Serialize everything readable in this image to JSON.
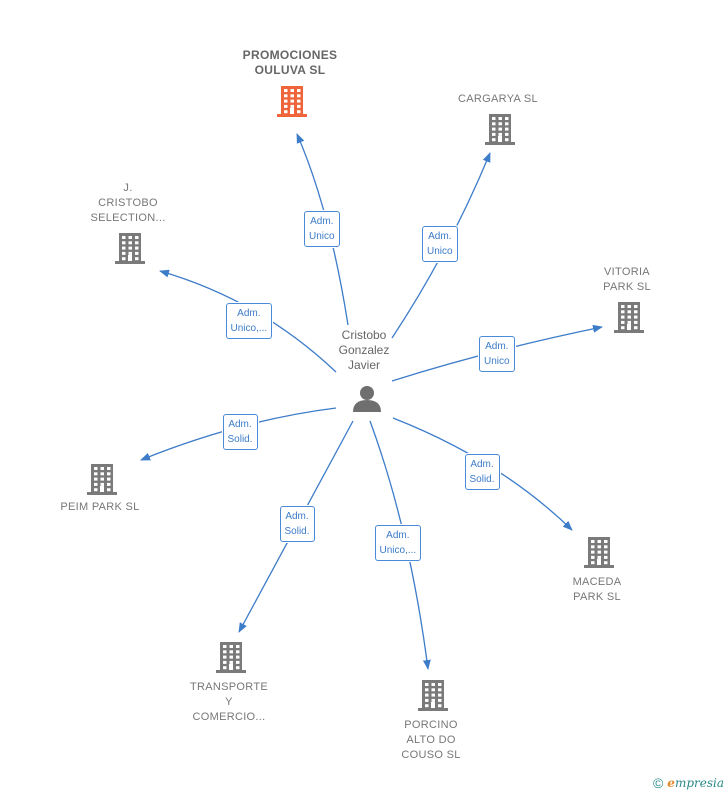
{
  "center": {
    "name": "Cristobo\nGonzalez\nJavier",
    "icon": "person-icon"
  },
  "nodes": [
    {
      "id": "promociones",
      "label": "PROMOCIONES\nOULUVA  SL",
      "highlight": true,
      "icon": "building-icon"
    },
    {
      "id": "cargarya",
      "label": "CARGARYA  SL",
      "icon": "building-icon"
    },
    {
      "id": "cristobo_selection",
      "label": "J.\nCRISTOBO\nSELECTION...",
      "icon": "building-icon"
    },
    {
      "id": "vitoria",
      "label": "VITORIA\nPARK  SL",
      "icon": "building-icon"
    },
    {
      "id": "peim",
      "label": "PEIM PARK  SL",
      "icon": "building-icon"
    },
    {
      "id": "maceda",
      "label": "MACEDA\nPARK  SL",
      "icon": "building-icon"
    },
    {
      "id": "transporte",
      "label": "TRANSPORTE\nY\nCOMERCIO...",
      "icon": "building-icon"
    },
    {
      "id": "porcino",
      "label": "PORCINO\nALTO DO\nCOUSO  SL",
      "icon": "building-icon"
    }
  ],
  "edges": [
    {
      "to": "promociones",
      "label": "Adm.\nUnico"
    },
    {
      "to": "cargarya",
      "label": "Adm.\nUnico"
    },
    {
      "to": "cristobo_selection",
      "label": "Adm.\nUnico,..."
    },
    {
      "to": "vitoria",
      "label": "Adm.\nUnico"
    },
    {
      "to": "peim",
      "label": "Adm.\nSolid."
    },
    {
      "to": "maceda",
      "label": "Adm.\nSolid."
    },
    {
      "to": "transporte",
      "label": "Adm.\nSolid."
    },
    {
      "to": "porcino",
      "label": "Adm.\nUnico,..."
    }
  ],
  "colors": {
    "edge": "#3d7cc9",
    "building": "#7a7a7a",
    "building_highlight": "#f0643a",
    "person": "#6f6f6f"
  },
  "footer": {
    "copyright": "©",
    "brand_initial": "e",
    "brand_rest": "mpresia"
  }
}
